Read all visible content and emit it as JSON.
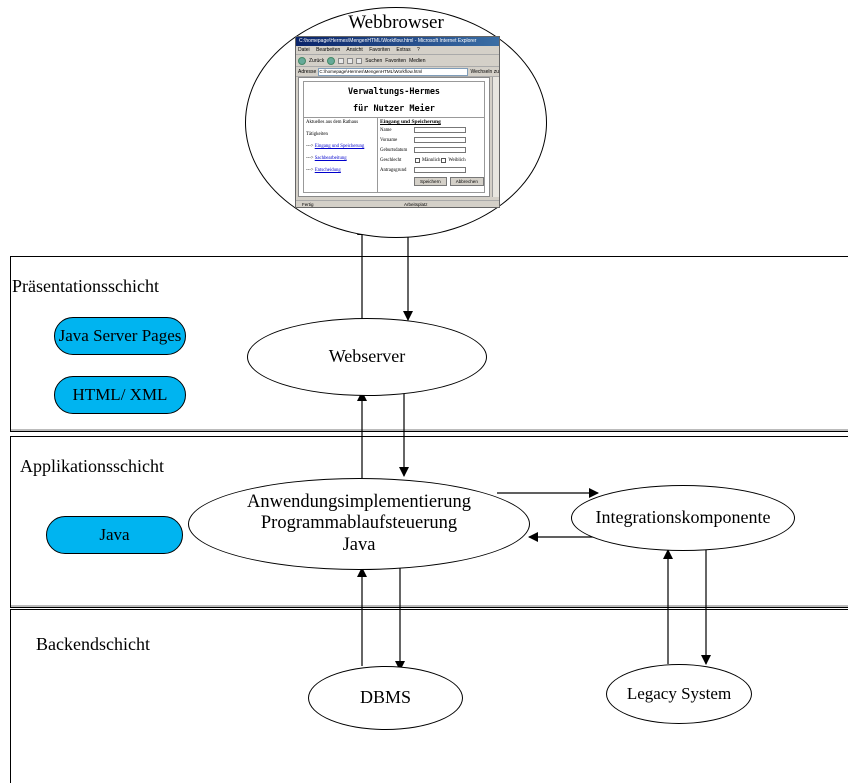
{
  "layers": {
    "presentation": "Präsentationsschicht",
    "application": "Applikationsschicht",
    "backend": "Backendschicht"
  },
  "nodes": {
    "browser": "Webbrowser",
    "webserver": "Webserver",
    "app_line1": "Anwendungsimplementierung",
    "app_line2": "Programmablaufsteuerung",
    "app_line3": "Java",
    "integration": "Integrationskomponente",
    "dbms": "DBMS",
    "legacy": "Legacy System"
  },
  "tech": {
    "jsp": "Java Server Pages",
    "html_xml": "HTML/ XML",
    "java": "Java"
  },
  "colors": {
    "tech_fill": "#00b4f0",
    "line": "#000000"
  },
  "browser_window": {
    "title": "C:\\homepage\\Hermes\\MengenHTML\\Workflow.html - Microsoft Internet Explorer",
    "menu": [
      "Datei",
      "Bearbeiten",
      "Ansicht",
      "Favoriten",
      "Extras",
      "?"
    ],
    "toolbar": [
      "Zurück",
      "Suchen",
      "Favoriten",
      "Medien"
    ],
    "address_label": "Adresse",
    "address": "C:\\homepage\\Hermes\\MengenHTML\\Workflow.html",
    "go_label": "Wechseln zu",
    "page_title_1": "Verwaltungs-Hermes",
    "page_title_2": "für Nutzer Meier",
    "left_items": [
      "Aktuelles aus dem Rathaus",
      "Tätigkeiten"
    ],
    "left_links": [
      "Eingang und Speicherung",
      "Sachbearbeitung",
      "Entscheidung"
    ],
    "link_prefix": "--->",
    "form_heading": "Eingang und Speicherung",
    "form_labels": [
      "Name",
      "Vorname",
      "Geburtsdatum",
      "Geschlecht",
      "Antragsgrund"
    ],
    "gender_options": [
      "Männlich",
      "Weiblich"
    ],
    "save_button": "Speichern",
    "cancel_button": "Abbrechen",
    "status_left": "Fertig",
    "status_right": "Arbeitsplatz"
  }
}
